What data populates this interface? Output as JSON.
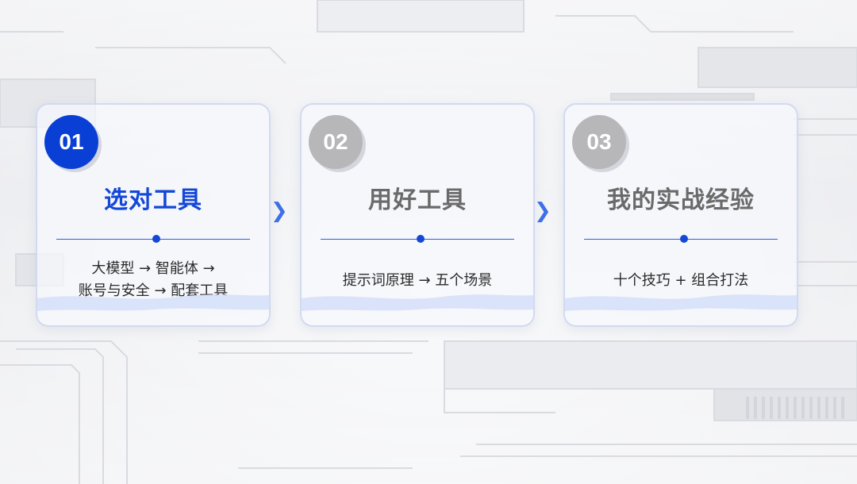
{
  "steps": [
    {
      "number": "01",
      "title": "选对工具",
      "desc_line1": "大模型 → 智能体 →",
      "desc_line2": "账号与安全 → 配套工具",
      "active": true
    },
    {
      "number": "02",
      "title": "用好工具",
      "desc_line1": "提示词原理 → 五个场景",
      "active": false
    },
    {
      "number": "03",
      "title": "我的实战经验",
      "desc_line1": "十个技巧 + 组合打法",
      "active": false
    }
  ],
  "connectors": {
    "arrow_1_icon": "chevron-right-icon",
    "arrow_2_icon": "chevron-right-icon"
  },
  "colors": {
    "accent": "#0a3fd6",
    "inactive_badge": "#b7b7ba",
    "active_title": "#1347d8",
    "inactive_title": "#6a6a6a"
  }
}
